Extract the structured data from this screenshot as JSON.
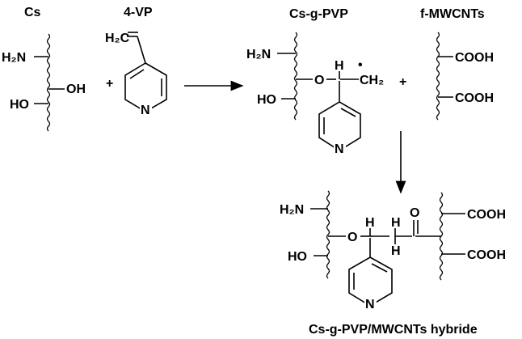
{
  "headers": {
    "cs": "Cs",
    "vp": "4-VP",
    "csgpvp": "Cs-g-PVP",
    "fmwcnt": "f-MWCNTs"
  },
  "cs": {
    "nh2": "H₂N",
    "oh_right": "OH",
    "ho_left": "HO"
  },
  "plus": "+",
  "vp": {
    "vinyl": "H₂C",
    "n": "N"
  },
  "cs_g_pvp": {
    "nh2": "H₂N",
    "ho": "HO",
    "o_c": "O",
    "h": "H",
    "ch2": "CH₂",
    "n": "N",
    "radical_dot": "•"
  },
  "fmwcnt": {
    "cooh1": "COOH",
    "cooh2": "COOH"
  },
  "hybrid": {
    "nh2": "H₂N",
    "ho": "HO",
    "o": "O",
    "h1": "H",
    "h2": "H",
    "h3": "H",
    "o_carbonyl": "O",
    "cooh1": "COOH",
    "cooh2": "COOH",
    "n": "N",
    "caption": "Cs-g-PVP/MWCNTs hybride"
  },
  "colors": {
    "ink": "#000000",
    "background": "#ffffff"
  }
}
